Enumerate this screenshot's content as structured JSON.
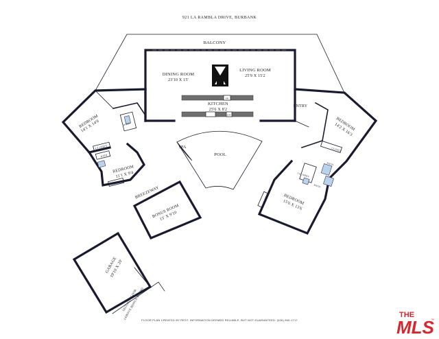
{
  "title": "921 LA RAMBLA DRIVE, BURBANK",
  "footer": "FLOOR PLAN CREATED BY REST. INFORMATION DEEMED RELIABLE, BUT NOT GUARANTEED. (626) 840-1717",
  "logo": {
    "top": "THE",
    "bottom": "MLS",
    "tm": "™",
    "brand_color": "#d7262e"
  },
  "rooms": {
    "balcony": "BALCONY",
    "dining": {
      "name": "DINING ROOM",
      "size": "23'10 X 15'"
    },
    "living": {
      "name": "LIVING ROOM",
      "size": "25'9 X 15'2"
    },
    "kitchen": {
      "name": "KITCHEN",
      "size": "25'6 X 8'2"
    },
    "entry": "ENTRY",
    "bedroom_nw": {
      "name": "BEDROOM",
      "size": "14'1 X 14'8"
    },
    "bedroom_w": {
      "name": "BEDROOM",
      "size": "11'1 X 9'4"
    },
    "bedroom_ne": {
      "name": "BEDROOM",
      "size": "14'2 X 16'3"
    },
    "bedroom_se": {
      "name": "BEDROOM",
      "size": "15'6 X 13'6"
    },
    "bonus": {
      "name": "BONUS ROOM",
      "size": "15' X 9'10"
    },
    "garage": {
      "name": "GARAGE",
      "size": "19'10 X 20'"
    },
    "breezeway": "BREEZEWAY",
    "second_floor": {
      "line1": "SECOND FLOOR",
      "line2": "(ABOVE BONUS ROOM)"
    },
    "spa": "SPA",
    "pool": "POOL",
    "closet": "CLOSET",
    "bath": "BATH",
    "laundry": "LAUNDRY",
    "fr": "FR",
    "dw": "DW"
  }
}
